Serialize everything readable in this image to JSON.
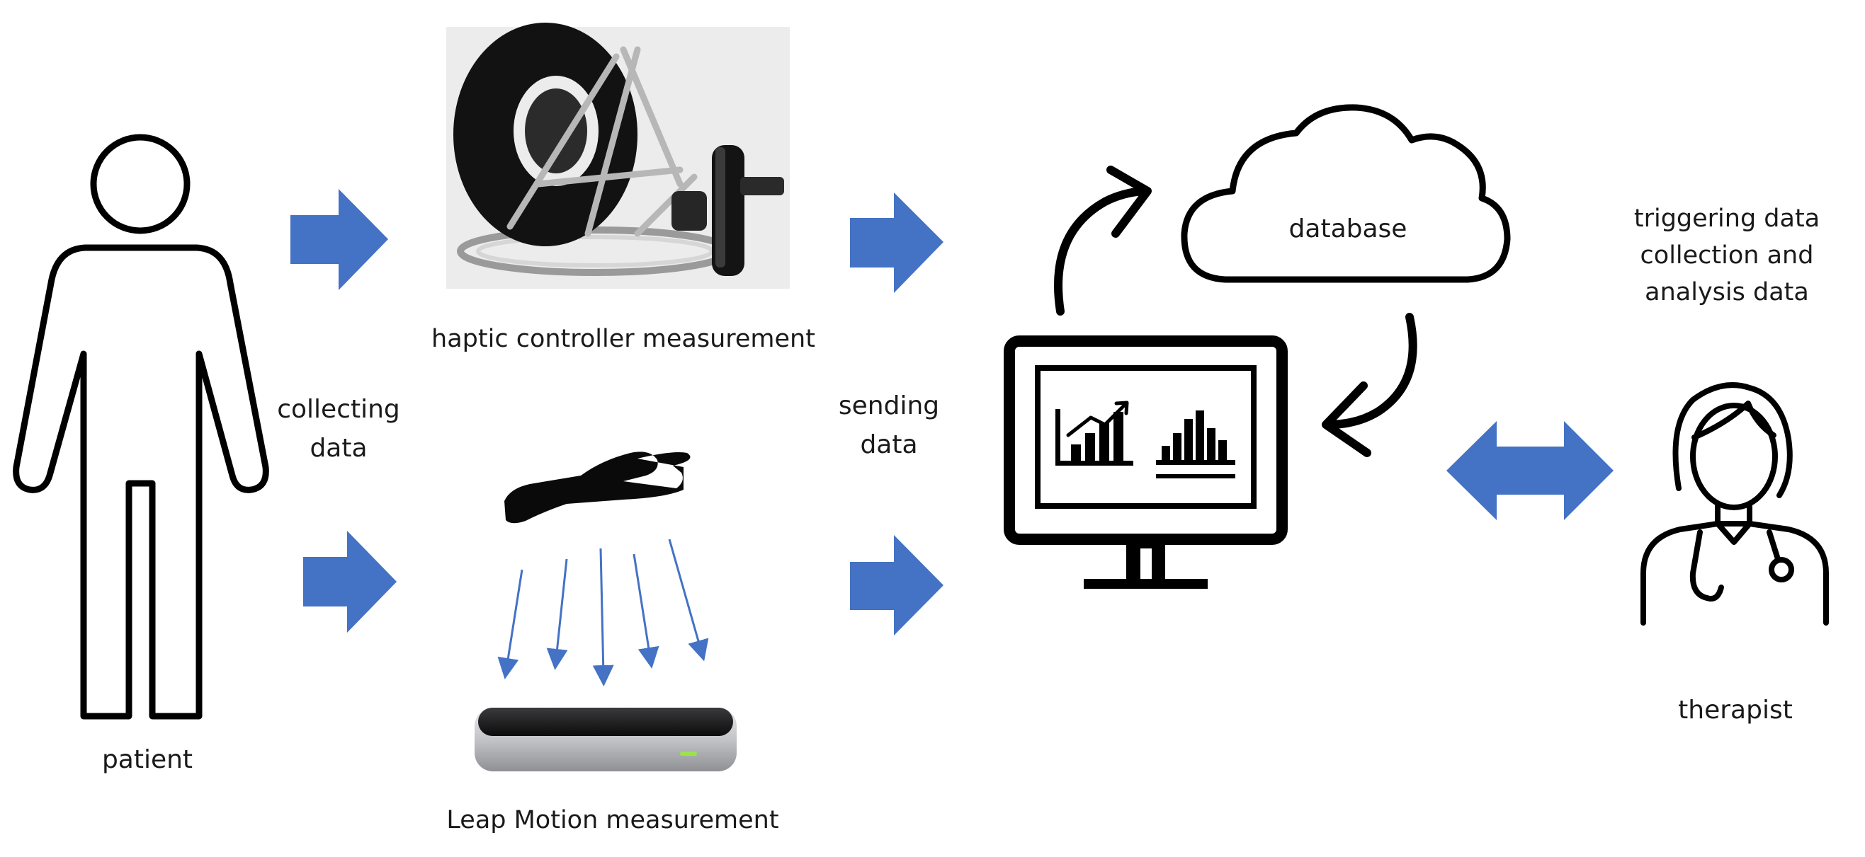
{
  "labels": {
    "patient": "patient",
    "collecting": [
      "collecting",
      "data"
    ],
    "haptic": "haptic controller measurement",
    "leap": "Leap Motion measurement",
    "sending": [
      "sending",
      "data"
    ],
    "database": "database",
    "triggering": [
      "triggering data",
      "collection and",
      "analysis data"
    ],
    "therapist": "therapist"
  },
  "colors": {
    "arrow_blue": "#4472C4",
    "light_arrow_blue": "#5B8BD9",
    "line_black": "#000000",
    "device_black": "#151515",
    "device_silver": "#c9c9cb",
    "status_led": "#9be34a"
  },
  "icons": {
    "patient": "person-outline-icon",
    "haptic_device": "haptic-controller-image",
    "hand": "hand-icon",
    "leap_device": "leap-motion-device-image",
    "cloud": "cloud-icon",
    "monitor": "monitor-chart-icon",
    "therapist": "doctor-stethoscope-icon",
    "upload_arrow": "curved-arrow-icon",
    "download_arrow": "curved-arrow-icon",
    "flow_arrow": "block-arrow-right-icon",
    "two_way_arrow": "block-arrow-double-icon"
  }
}
